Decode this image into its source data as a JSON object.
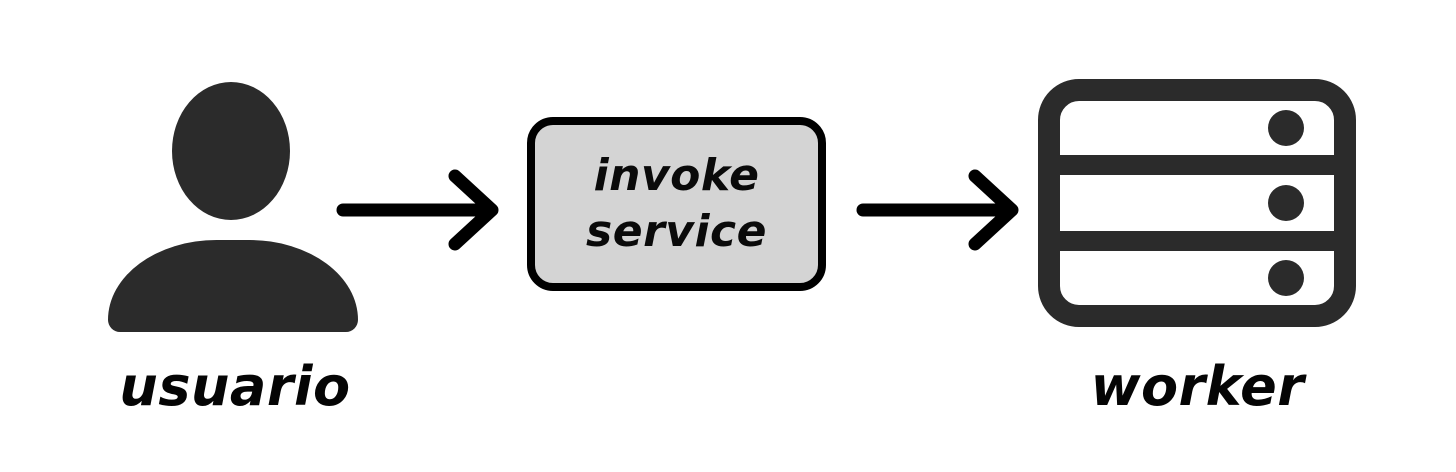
{
  "diagram": {
    "background_color": "#ffffff",
    "icon_color": "#2b2b2b",
    "stroke_color": "#000000",
    "box_fill_color": "#d4d4d4",
    "nodes": [
      {
        "id": "usuario",
        "icon": "user-icon",
        "label": "usuario"
      },
      {
        "id": "worker",
        "icon": "server-icon",
        "label": "worker"
      }
    ],
    "process": {
      "icon": "process-box",
      "line1": "invoke",
      "line2": "service"
    },
    "arrows": [
      {
        "id": "arrow-1",
        "from": "usuario",
        "to": "process",
        "direction": "right"
      },
      {
        "id": "arrow-2",
        "from": "process",
        "to": "worker",
        "direction": "right"
      }
    ]
  }
}
